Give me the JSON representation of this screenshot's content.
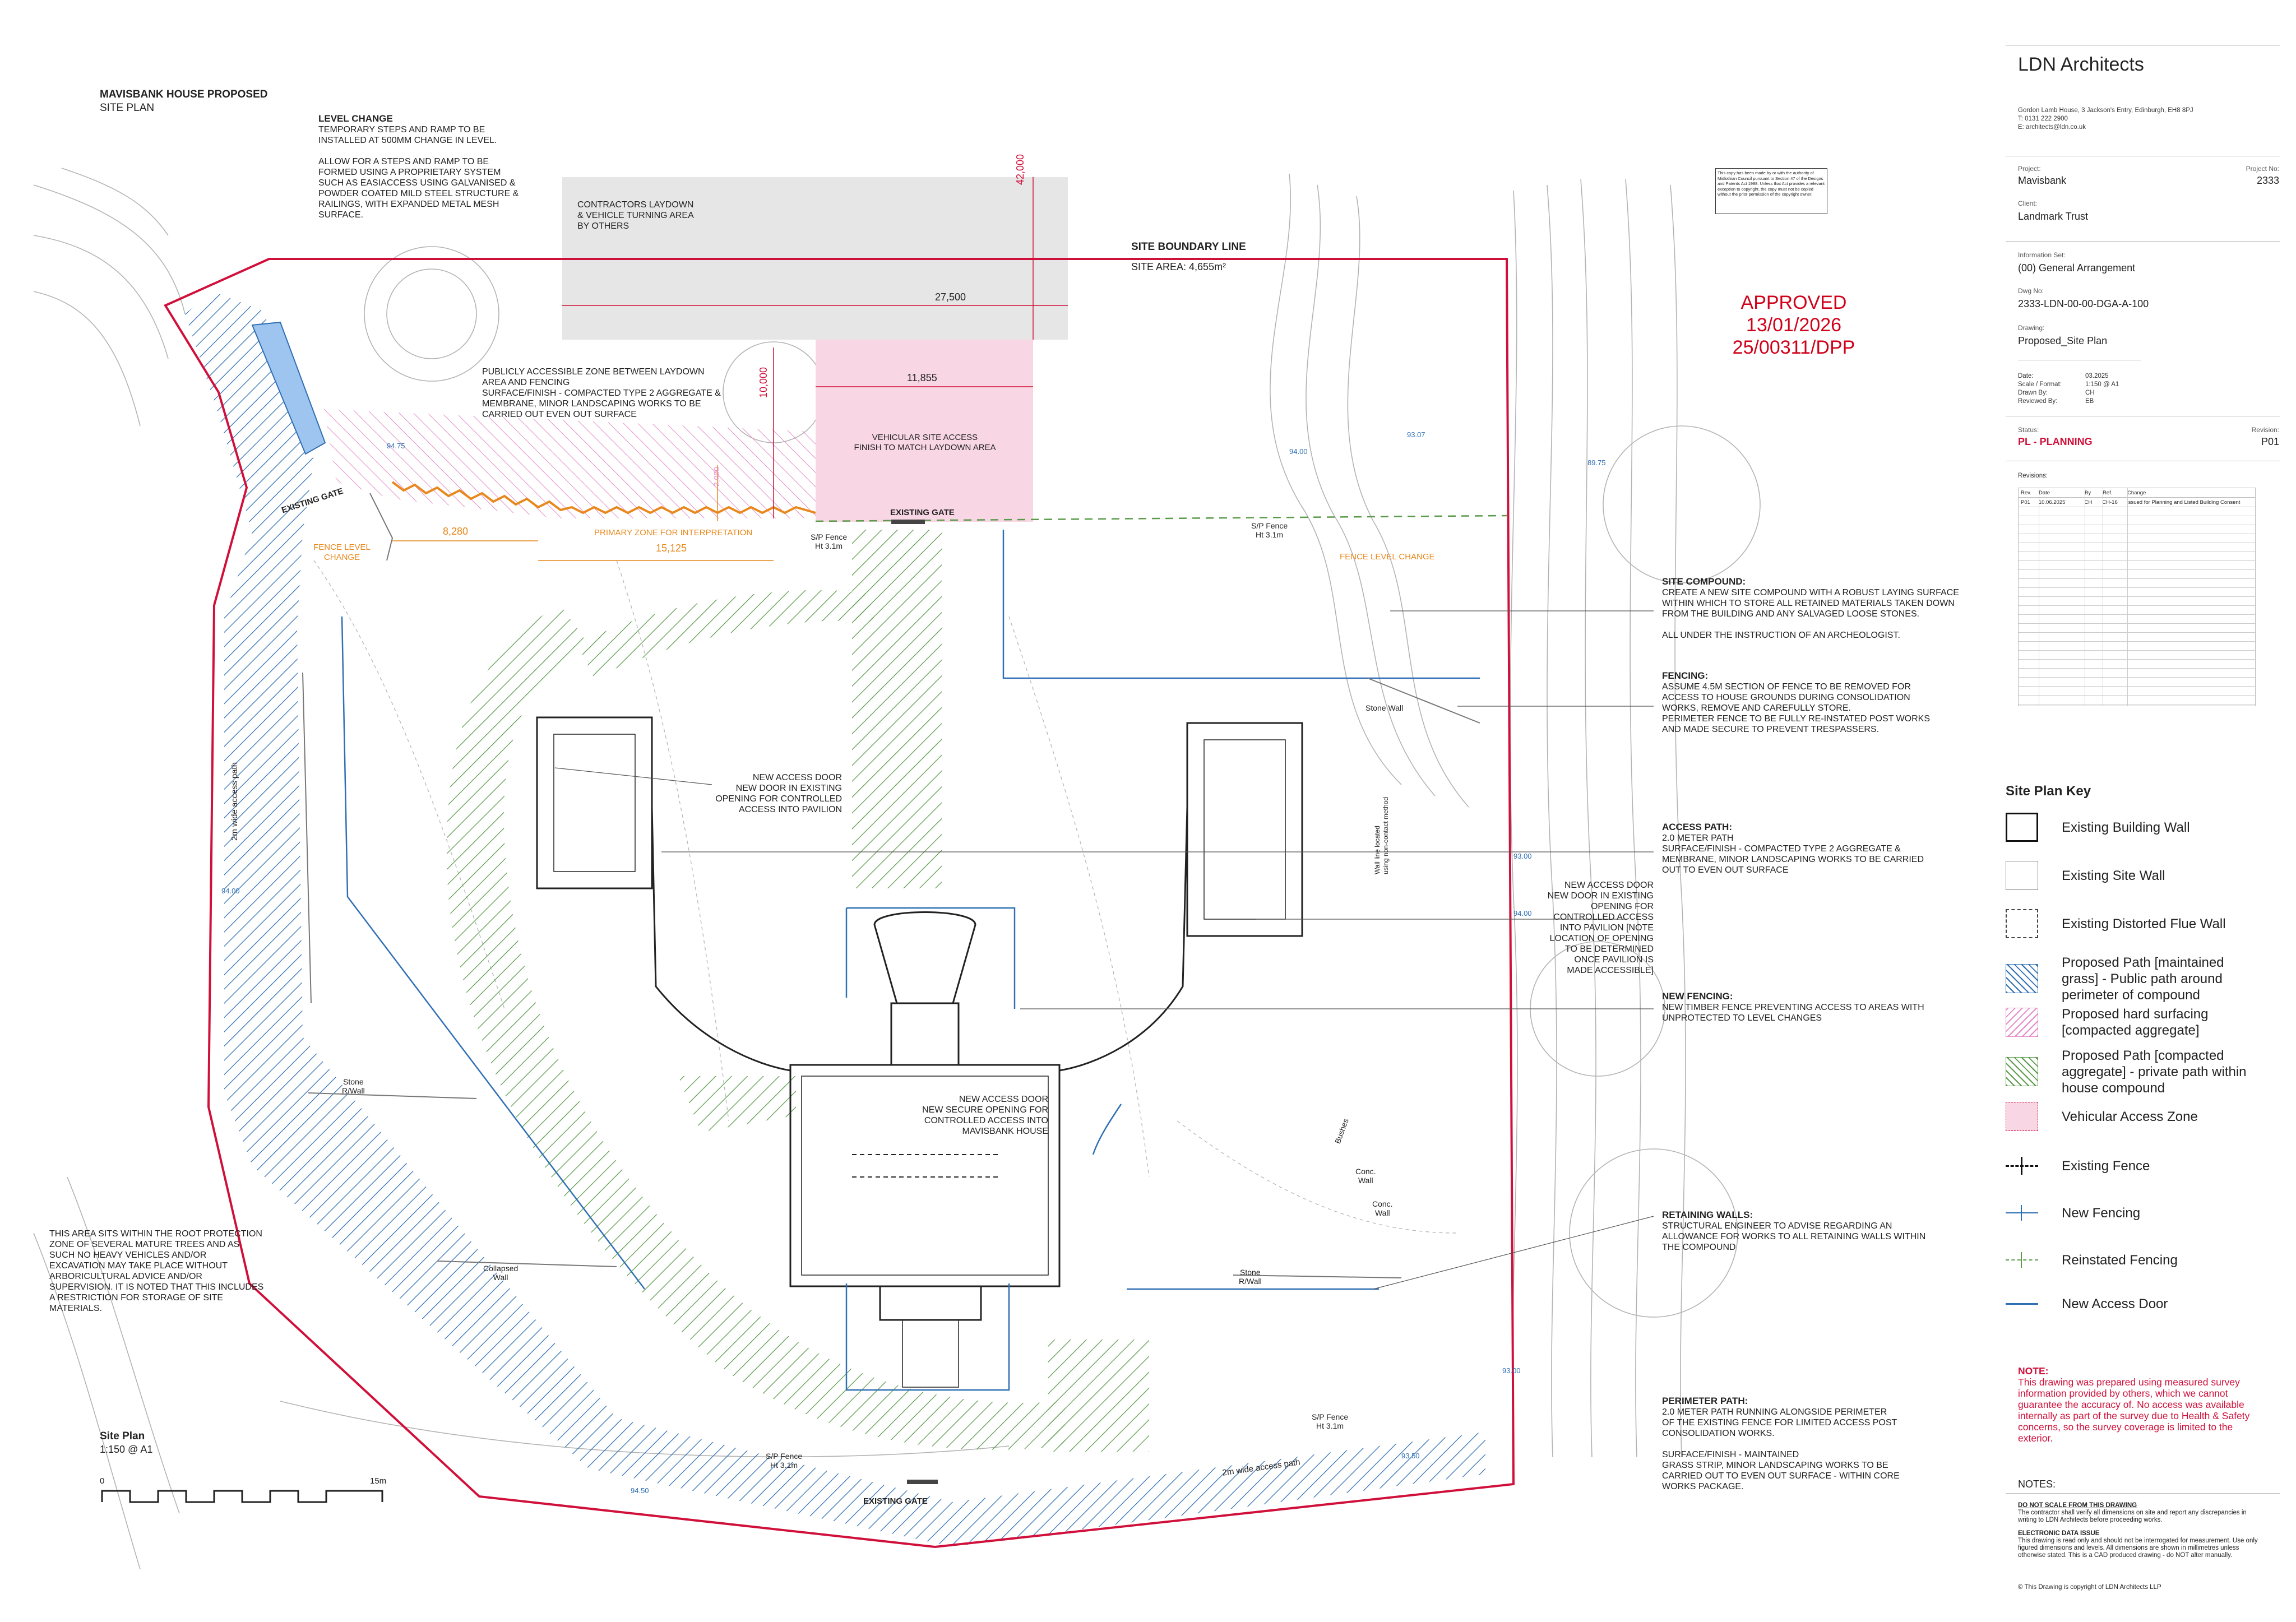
{
  "drawing": {
    "title": "MAVISBANK HOUSE PROPOSED",
    "subtitle": "SITE PLAN",
    "plan_title": "Site Plan",
    "plan_scale": "1:150 @ A1",
    "scale_bar": {
      "start": "0",
      "end": "15m"
    }
  },
  "approval_stamp": {
    "line1": "APPROVED",
    "line2": "13/01/2026",
    "line3": "25/00311/DPP",
    "color": "#d0021b"
  },
  "copyright_notice": "This copy has been made by or with the authority of Midlothian Council pursuant to Section 47 of the Designs and Patents Act 1988. Unless that Act provides a relevant exception to copyright, the copy must not be copied without the prior permission of the copyright owner.",
  "plan_labels": {
    "site_boundary": "SITE BOUNDARY LINE",
    "site_area": "SITE AREA: 4,655m²",
    "laydown": [
      "CONTRACTORS LAYDOWN",
      "& VEHICLE TURNING AREA",
      "BY OTHERS"
    ],
    "vehicular_access": [
      "VEHICULAR SITE ACCESS",
      "FINISH TO MATCH LAYDOWN AREA"
    ],
    "public_zone": [
      "PUBLICLY ACCESSIBLE ZONE BETWEEN LAYDOWN",
      "AREA AND FENCING",
      "SURFACE/FINISH - COMPACTED TYPE 2 AGGREGATE &",
      "MEMBRANE, MINOR LANDSCAPING WORKS TO BE",
      "CARRIED OUT EVEN OUT SURFACE"
    ],
    "primary_zone": "PRIMARY ZONE FOR INTERPRETATION",
    "fence_level_left": [
      "FENCE LEVEL",
      "CHANGE"
    ],
    "fence_level_right": "FENCE LEVEL CHANGE",
    "existing_gate_top": "EXISTING GATE",
    "existing_gate_left": "EXISTING GATE",
    "existing_gate_bottom": "EXISTING GATE",
    "new_door_left": [
      "NEW ACCESS DOOR",
      "NEW DOOR IN EXISTING",
      "OPENING FOR CONTROLLED",
      "ACCESS INTO PAVILION"
    ],
    "new_door_right": [
      "NEW ACCESS DOOR",
      "NEW DOOR IN EXISTING",
      "OPENING FOR",
      "CONTROLLED ACCESS",
      "INTO PAVILION [NOTE",
      "LOCATION OF OPENING",
      "TO BE DETERMINED",
      "ONCE PAVILION IS",
      "MADE ACCESSIBLE]"
    ],
    "new_door_centre": [
      "NEW ACCESS DOOR",
      "NEW SECURE OPENING FOR",
      "CONTROLLED ACCESS INTO",
      "MAVISBANK HOUSE"
    ],
    "wall_line": [
      "Wall line located",
      "using non-contact method"
    ],
    "access_path_left": "2m wide access path",
    "access_path_bottom": "2m wide access path",
    "sp_fence": [
      "S/P Fence",
      "Ht 3.1m"
    ],
    "stone_wall": "Stone Wall",
    "stone_rwall": [
      "Stone",
      "R/Wall"
    ],
    "collapsed_wall": [
      "Collapsed",
      "Wall"
    ],
    "conc_wall": [
      "Conc.",
      "Wall"
    ],
    "bushes": "Bushes",
    "dimensions": {
      "d1": "42,000",
      "d2": "27,500",
      "d3": "11,855",
      "d4": "10,000",
      "d5": "8,280",
      "d6": "15,125",
      "d7": "2,000"
    },
    "level_markers": [
      "94.75",
      "94.00",
      "93.07",
      "89.75",
      "93.00",
      "94.00",
      "93.00",
      "94.00",
      "94.50",
      "93.50"
    ],
    "root_protection": [
      "THIS AREA SITS WITHIN THE ROOT PROTECTION",
      "ZONE OF SEVERAL MATURE TREES AND AS",
      "SUCH NO HEAVY VEHICLES AND/OR",
      "EXCAVATION MAY TAKE PLACE WITHOUT",
      "ARBORICULTURAL ADVICE AND/OR",
      "SUPERVISION. IT IS NOTED THAT THIS INCLUDES",
      "A RESTRICTION FOR STORAGE OF SITE",
      "MATERIALS."
    ]
  },
  "level_change": {
    "heading": "LEVEL CHANGE",
    "lines": [
      "TEMPORARY STEPS AND RAMP  TO BE",
      "INSTALLED AT 500MM CHANGE IN LEVEL.",
      "",
      "ALLOW FOR A STEPS AND RAMP TO BE",
      "FORMED USING A PROPRIETARY SYSTEM",
      "SUCH AS EASIACCESS USING GALVANISED &",
      "POWDER COATED MILD STEEL STRUCTURE &",
      "RAILINGS, WITH EXPANDED METAL MESH",
      "SURFACE."
    ]
  },
  "notes": [
    {
      "heading": "SITE COMPOUND:",
      "lines": [
        "CREATE A NEW SITE COMPOUND WITH A ROBUST LAYING SURFACE",
        "WITHIN WHICH TO STORE ALL RETAINED MATERIALS TAKEN DOWN",
        "FROM THE BUILDING AND ANY SALVAGED LOOSE STONES.",
        "",
        "ALL UNDER THE INSTRUCTION OF AN ARCHEOLOGIST."
      ]
    },
    {
      "heading": "FENCING:",
      "lines": [
        "ASSUME 4.5M SECTION OF FENCE TO BE REMOVED FOR",
        "ACCESS TO HOUSE GROUNDS DURING CONSOLIDATION",
        "WORKS, REMOVE AND CAREFULLY STORE.",
        "PERIMETER FENCE TO BE FULLY RE-INSTATED POST WORKS",
        "AND MADE SECURE TO PREVENT TRESPASSERS."
      ]
    },
    {
      "heading": "ACCESS PATH:",
      "lines": [
        "2.0 METER PATH",
        "SURFACE/FINISH - COMPACTED TYPE 2 AGGREGATE &",
        "MEMBRANE, MINOR LANDSCAPING WORKS TO BE CARRIED",
        "OUT TO EVEN OUT SURFACE"
      ]
    },
    {
      "heading": "NEW FENCING:",
      "lines": [
        "NEW TIMBER FENCE PREVENTING ACCESS TO AREAS WITH",
        "UNPROTECTED TO LEVEL CHANGES"
      ]
    },
    {
      "heading": "RETAINING WALLS:",
      "lines": [
        "STRUCTURAL ENGINEER TO ADVISE REGARDING AN",
        "ALLOWANCE FOR WORKS TO ALL RETAINING WALLS WITHIN",
        "THE COMPOUND"
      ]
    },
    {
      "heading": "PERIMETER PATH:",
      "lines": [
        "2.0 METER PATH RUNNING ALONGSIDE PERIMETER",
        "OF THE EXISTING FENCE FOR LIMITED ACCESS POST",
        "CONSOLIDATION WORKS.",
        "",
        "SURFACE/FINISH - MAINTAINED",
        "GRASS STRIP, MINOR LANDSCAPING WORKS TO BE",
        "CARRIED OUT TO EVEN OUT SURFACE - WITHIN CORE",
        "WORKS PACKAGE."
      ]
    }
  ],
  "title_block": {
    "firm": "LDN Architects",
    "address": [
      "Gordon Lamb House, 3 Jackson's Entry, Edinburgh, EH8 8PJ",
      "T: 0131 222 2900",
      "E: architects@ldn.co.uk"
    ],
    "project_label": "Project:",
    "project": "Mavisbank",
    "project_no_label": "Project No:",
    "project_no": "2333",
    "client_label": "Client:",
    "client": "Landmark Trust",
    "info_set_label": "Information Set:",
    "info_set": "(00) General Arrangement",
    "dwg_no_label": "Dwg No:",
    "dwg_no": "2333-LDN-00-00-DGA-A-100",
    "drawing_label": "Drawing:",
    "drawing": "Proposed_Site Plan",
    "date_label": "Date:",
    "date": "03.2025",
    "scale_label": "Scale / Format:",
    "scale": "1:150 @ A1",
    "drawn_label": "Drawn By:",
    "drawn": "CH",
    "reviewed_label": "Reviewed By:",
    "reviewed": "EB",
    "status_label": "Status:",
    "status": "PL - PLANNING",
    "revision_label": "Revision:",
    "revision": "P01",
    "revisions_label": "Revisions:",
    "rev_headers": [
      "Rev.",
      "Date",
      "By",
      "Ref.",
      "Change"
    ],
    "rev_row": [
      "P01",
      "10.06.2025",
      "CH",
      "CH-16",
      "Issued for Planning and Listed Building Consent"
    ]
  },
  "key": {
    "title": "Site Plan Key",
    "items": [
      {
        "label": "Existing Building Wall",
        "icon": "solid-box-icon"
      },
      {
        "label": "Existing Site Wall",
        "icon": "grey-box-icon"
      },
      {
        "label": "Existing Distorted Flue Wall",
        "icon": "dashed-box-icon"
      },
      {
        "label": "Proposed Path [maintained grass] - Public path around perimeter of compound",
        "icon": "blue-hatch-icon"
      },
      {
        "label": "Proposed hard surfacing [compacted aggregate]",
        "icon": "pink-hatch-icon"
      },
      {
        "label": "Proposed Path [compacted aggregate] - private path within house compound",
        "icon": "green-hatch-icon"
      },
      {
        "label": "Vehicular Access Zone",
        "icon": "pink-fill-icon"
      },
      {
        "label": "Existing Fence",
        "icon": "black-fence-icon"
      },
      {
        "label": "New Fencing",
        "icon": "blue-fence-icon"
      },
      {
        "label": "Reinstated Fencing",
        "icon": "green-fence-icon"
      },
      {
        "label": "New Access Door",
        "icon": "blue-line-icon"
      }
    ]
  },
  "disclaimer": {
    "heading": "NOTE:",
    "text": "This drawing was prepared using measured survey information provided by others, which we cannot guarantee the accuracy of. No access was available internally as part of the survey due to Health & Safety concerns, so the survey coverage is limited to the exterior."
  },
  "footer_notes": {
    "heading": "NOTES:",
    "dns_heading": "DO NOT SCALE FROM THIS DRAWING",
    "dns_text": "The contractor shall verify all dimensions on site and report any discrepancies in writing to LDN Architects before proceeding works.",
    "edi_heading": "ELECTRONIC DATA ISSUE",
    "edi_text": "This drawing is read only and should not be interrogated for measurement. Use only figured dimensions and levels. All dimensions are shown in millimetres unless otherwise stated. This is a CAD produced drawing - do NOT alter manually.",
    "copyright": "© This Drawing is copyright of LDN Architects LLP"
  },
  "colors": {
    "boundary": "#d0103a",
    "blue_path": "#2f6fb3",
    "pink": "#e58ac7",
    "green": "#5a9a4a",
    "orange": "#e8881c",
    "vehicular": "#f8d6e3",
    "laydown": "#e6e6e6"
  }
}
